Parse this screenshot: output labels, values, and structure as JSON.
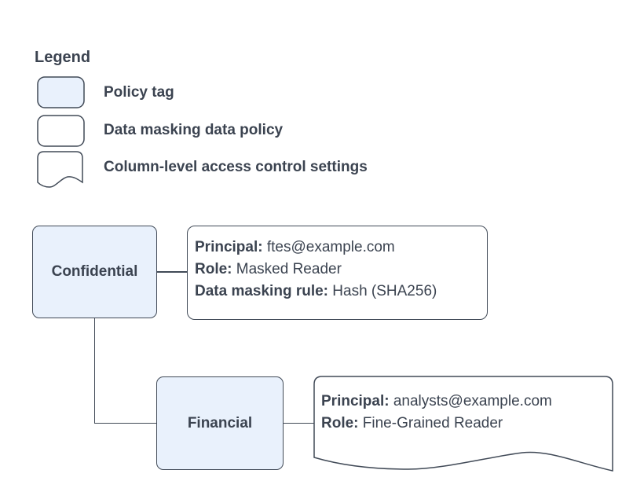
{
  "colors": {
    "background": "#ffffff",
    "node_fill": "#e9f1fc",
    "stroke": "#414a57",
    "text": "#3b4350"
  },
  "legend": {
    "title": "Legend",
    "items": [
      {
        "shape": "policy-tag",
        "swatch": "rounded-rect-blue",
        "label": "Policy tag"
      },
      {
        "shape": "data-masking-data-policy",
        "swatch": "rounded-rect-white",
        "label": "Data masking data policy"
      },
      {
        "shape": "column-level-access-control-settings",
        "swatch": "document-white",
        "label": "Column-level access control settings"
      }
    ]
  },
  "diagram": {
    "policy_tags": [
      {
        "id": "confidential",
        "label": "Confidential"
      },
      {
        "id": "financial",
        "label": "Financial",
        "parent": "confidential"
      }
    ],
    "masking_policy": {
      "attached_to": "confidential",
      "lines": [
        {
          "label": "Principal:",
          "value": " ftes@example.com"
        },
        {
          "label": "Role:",
          "value": " Masked Reader"
        },
        {
          "label": "Data masking rule:",
          "value": " Hash (SHA256)"
        }
      ]
    },
    "access_settings": {
      "attached_to": "financial",
      "lines": [
        {
          "label": "Principal:",
          "value": " analysts@example.com"
        },
        {
          "label": "Role:",
          "value": " Fine-Grained Reader"
        }
      ]
    }
  }
}
